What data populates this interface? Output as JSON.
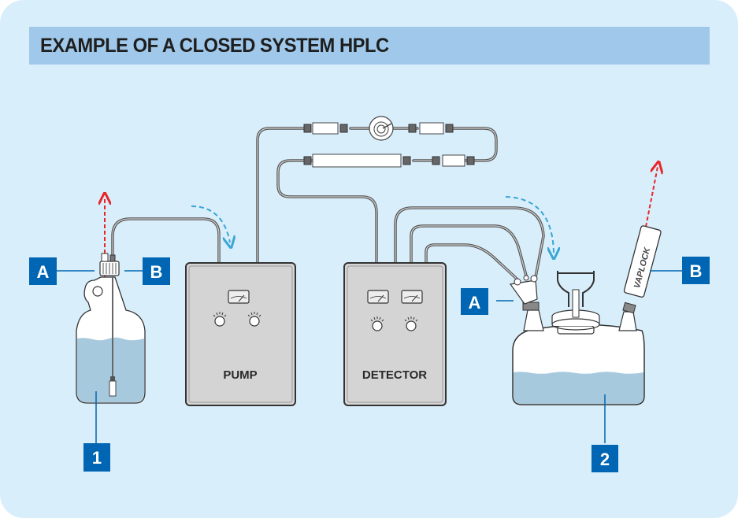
{
  "title": "EXAMPLE OF A CLOSED SYSTEM HPLC",
  "devices": {
    "pump": {
      "label": "PUMP"
    },
    "detector": {
      "label": "DETECTOR"
    }
  },
  "callouts": {
    "reservoir_cap_a": "A",
    "reservoir_cap_b": "B",
    "waste_cap_a": "A",
    "waste_filter_b": "B",
    "solvent_reservoir": "1",
    "waste_container": "2"
  },
  "filter_brand": "VAPLOCK",
  "colors": {
    "background": "#d9eefb",
    "title_bar": "#a0c8ea",
    "callout_box": "#0066b3",
    "callout_line": "#0066b3",
    "liquid": "#a7c9de",
    "vent_arrow": "#e8262a",
    "flow_arrow": "#3aa6d6",
    "device_body": "#d4d4d4"
  }
}
